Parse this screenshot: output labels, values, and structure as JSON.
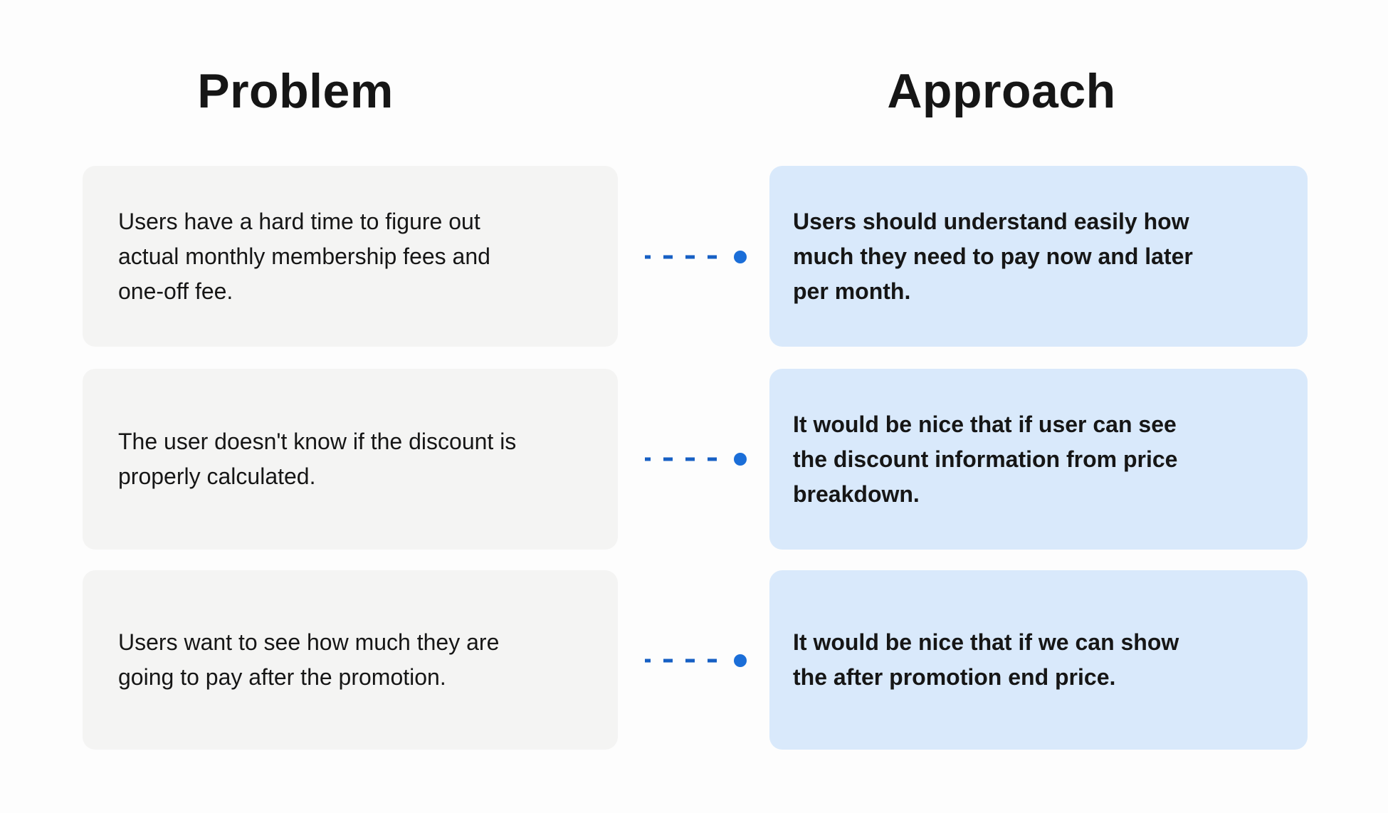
{
  "titles": {
    "problem": "Problem",
    "approach": "Approach"
  },
  "rows": [
    {
      "problem": "Users have a hard time to figure out\nactual monthly membership fees and\none-off fee.",
      "approach": "Users should understand easily how\nmuch they need to pay now and later\nper month."
    },
    {
      "problem": "The user doesn't know if the discount is\nproperly calculated.",
      "approach": "It would be nice that if user can see\nthe discount information from price\nbreakdown."
    },
    {
      "problem": "Users want to see how much they are\ngoing to pay after the promotion.",
      "approach": "It would be nice that if we can show\nthe after promotion end price."
    }
  ],
  "colors": {
    "page_bg": "#fdfdfd",
    "problem_card_bg": "#f4f4f3",
    "approach_card_bg": "#d9e9fb",
    "connector_dash": "#1760c4",
    "connector_dot": "#1b6ed8",
    "text": "#161616"
  }
}
